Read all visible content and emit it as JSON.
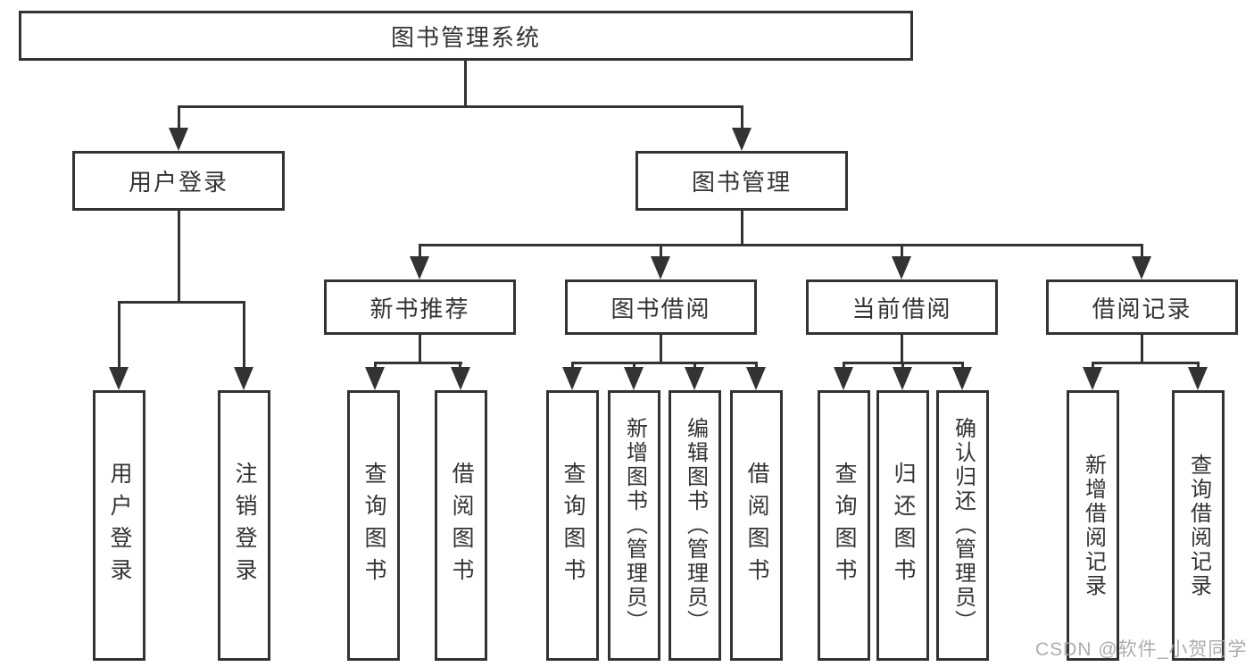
{
  "diagram": {
    "root": {
      "label": "图书管理系统"
    },
    "user_login": {
      "label": "用户登录",
      "children": [
        {
          "label": "用户登录"
        },
        {
          "label": "注销登录"
        }
      ]
    },
    "book_management": {
      "label": "图书管理",
      "sections": [
        {
          "label": "新书推荐",
          "children": [
            {
              "label": "查询图书"
            },
            {
              "label": "借阅图书"
            }
          ]
        },
        {
          "label": "图书借阅",
          "children": [
            {
              "label": "查询图书"
            },
            {
              "label": "新增图书（管理员）"
            },
            {
              "label": "编辑图书（管理员）"
            },
            {
              "label": "借阅图书"
            }
          ]
        },
        {
          "label": "当前借阅",
          "children": [
            {
              "label": "查询图书"
            },
            {
              "label": "归还图书"
            },
            {
              "label": "确认归还（管理员）"
            }
          ]
        },
        {
          "label": "借阅记录",
          "children": [
            {
              "label": "新增借阅记录"
            },
            {
              "label": "查询借阅记录"
            }
          ]
        }
      ]
    },
    "watermark": "CSDN @软件_小贺同学",
    "colors": {
      "line": "#333333",
      "text": "#333333",
      "watermark": "#a5a5a5",
      "background": "#ffffff"
    }
  }
}
